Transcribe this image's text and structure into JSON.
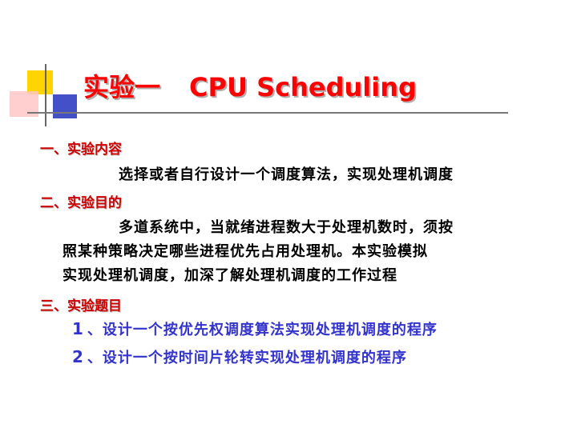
{
  "slide": {
    "title_cn": "实验一",
    "title_en": "CPU Scheduling",
    "sections": [
      {
        "heading": "一、实验内容",
        "lines": [
          "选择或者自行设计一个调度算法，实现处理机调度"
        ]
      },
      {
        "heading": "二、实验目的",
        "lines": [
          "多道系统中，当就绪进程数大于处理机数时，须按",
          "照某种策略决定哪些进程优先占用处理机。本实验模拟",
          "实现处理机调度，加深了解处理机调度的工作过程"
        ]
      },
      {
        "heading": "三、实验题目",
        "topics": [
          {
            "num": "1",
            "text": "、设计一个按优先权调度算法实现处理机调度的程序"
          },
          {
            "num": "2",
            "text": "、设计一个按时间片轮转实现处理机调度的程序"
          }
        ]
      }
    ]
  },
  "colors": {
    "title": "#ff0000",
    "heading": "#cc0000",
    "body": "#000000",
    "topic": "#3333cc"
  }
}
